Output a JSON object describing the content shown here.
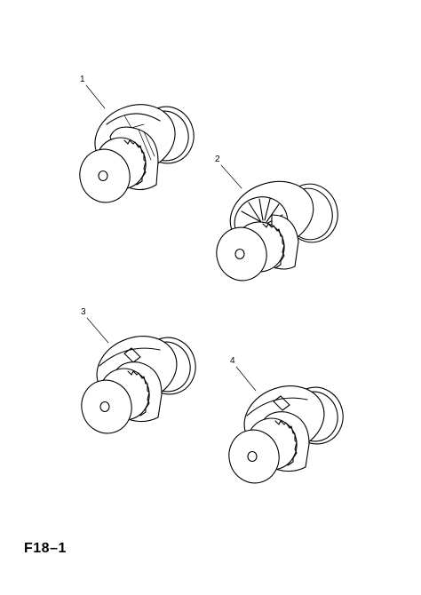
{
  "figure": {
    "id": "F18–1"
  },
  "parts": [
    {
      "callout": "1",
      "variant": "standard"
    },
    {
      "callout": "2",
      "variant": "finned-impeller"
    },
    {
      "callout": "3",
      "variant": "notched-flange"
    },
    {
      "callout": "4",
      "variant": "notched-flange"
    }
  ],
  "colors": {
    "line": "#000000",
    "background": "#ffffff"
  }
}
